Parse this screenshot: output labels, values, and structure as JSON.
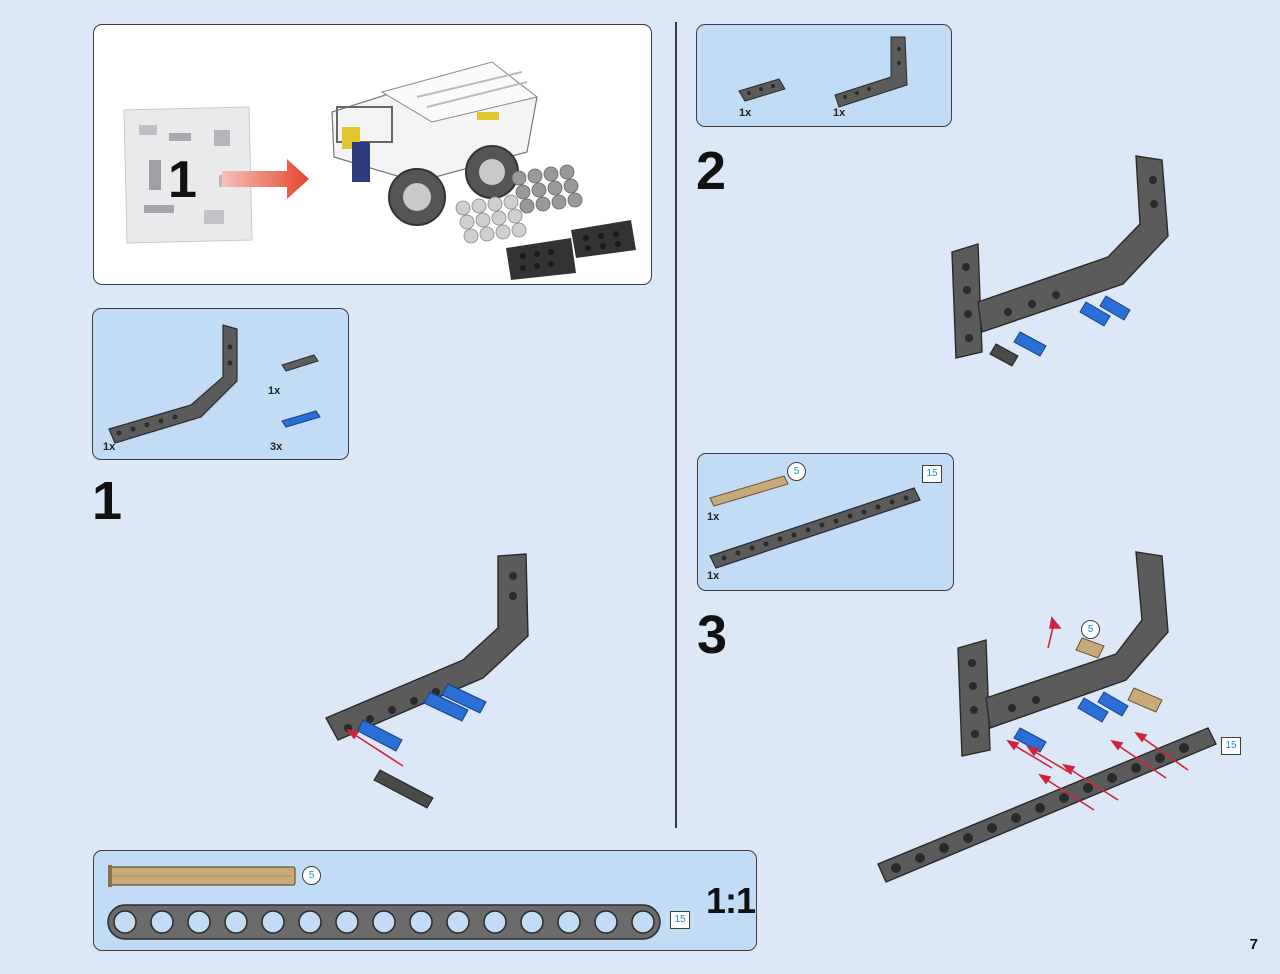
{
  "page": {
    "number": "7"
  },
  "intro": {
    "bag_number": "1"
  },
  "steps": [
    {
      "number": "1",
      "parts": [
        {
          "qty": "1x"
        },
        {
          "qty": "1x"
        },
        {
          "qty": "3x"
        }
      ]
    },
    {
      "number": "2",
      "parts": [
        {
          "qty": "1x"
        },
        {
          "qty": "1x"
        }
      ]
    },
    {
      "number": "3",
      "parts": [
        {
          "qty": "1x",
          "length": "5"
        },
        {
          "qty": "1x",
          "length": "15"
        }
      ],
      "callouts": {
        "axle": "5",
        "beam": "15"
      }
    }
  ],
  "scale_reference": {
    "ratio": "1:1",
    "axle_length": "5",
    "beam_length": "15"
  },
  "colors": {
    "background": "#dce8f7",
    "panel": "#c2dcf5",
    "dark_gray": "#5b5b5b",
    "blue": "#2a6fd6",
    "tan": "#c8a97a",
    "arrow_red": "#d0243a",
    "length_label": "#1a90c8"
  }
}
